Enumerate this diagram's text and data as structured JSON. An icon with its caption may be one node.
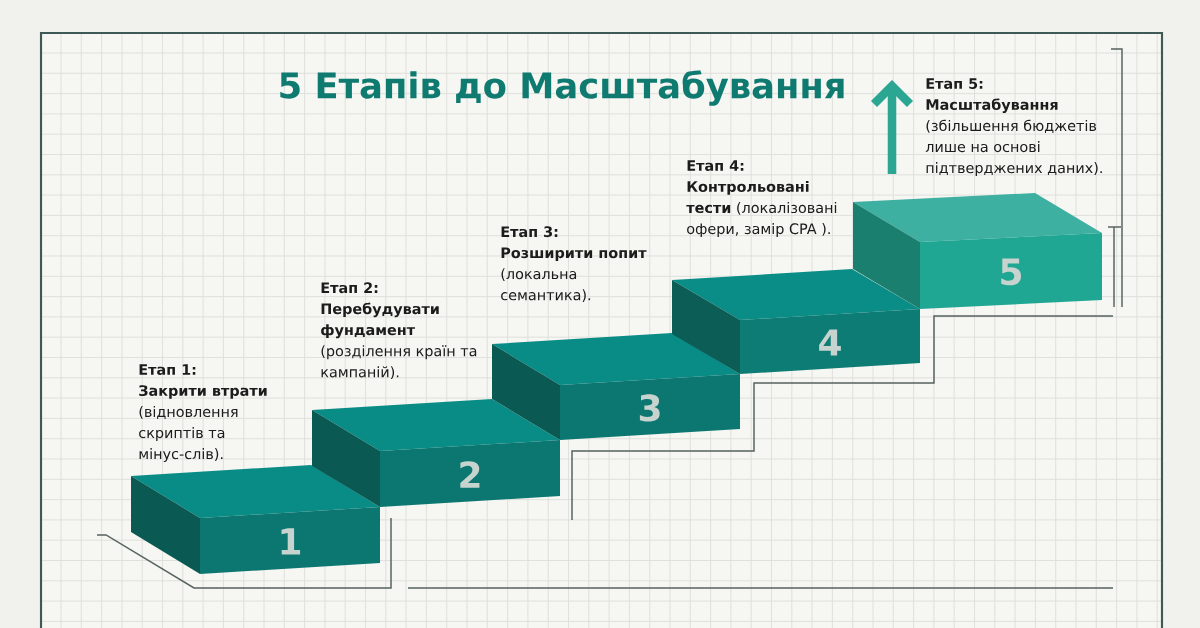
{
  "diagram": {
    "title": "5 Етапів до Масштабування",
    "nodes": [
      {
        "text": [
          "1"
        ],
        "beside": [
          "Етап 1:",
          "Закрити втрати",
          "(відновлення скриптів та мінус-слів)."
        ]
      },
      {
        "text": [
          "2"
        ],
        "beside": [
          "Етап 2:",
          "Перебудувати фундамент",
          "(розділення країн та кампаній)."
        ]
      },
      {
        "text": [
          "3"
        ],
        "beside": [
          "Етап 3:",
          "Розширити попит",
          "(локальна семантика)."
        ]
      },
      {
        "text": [
          "4"
        ],
        "beside": [
          "Етап 4:",
          "Контрольовані тести",
          "(локалізовані офери, замір CPA )."
        ]
      },
      {
        "text": [
          "5"
        ],
        "beside": [
          "Етап 5:",
          "Масштабування",
          "(збільшення бюджетів лише на основі підтверджених даних)."
        ]
      }
    ]
  }
}
